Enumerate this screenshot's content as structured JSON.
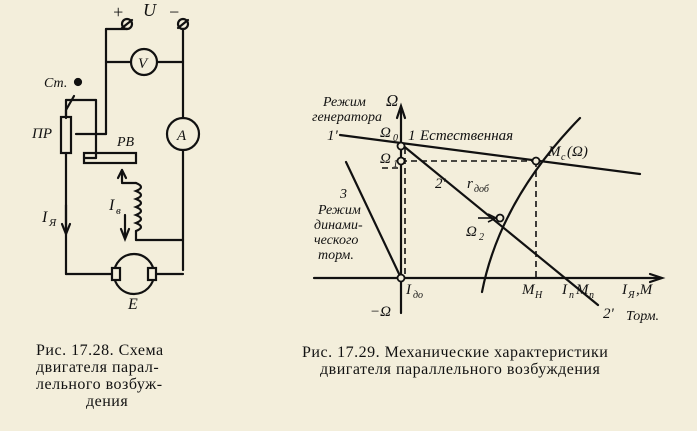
{
  "circuit": {
    "plus": "+",
    "u": "U",
    "minus": "−",
    "voltmeter": "V",
    "ammeter": "A",
    "st": "Ст.",
    "pr": "ПР",
    "pv": "РВ",
    "iv": "I",
    "iv_sub": "в",
    "ia": "I",
    "ia_sub": "Я",
    "motor": "E"
  },
  "caption1": {
    "line1": "Рис.  17.28. Схема",
    "line2": "двигателя     парал-",
    "line3": "лельного     возбуж-",
    "line4": "дения"
  },
  "graph": {
    "omega_axis": "Ω",
    "mode_gen1": "Режим",
    "mode_gen2": "генератора",
    "omega0": "Ω",
    "omega0_sub": "0",
    "one_prime": "1'",
    "one": "1",
    "natural": "Естественная",
    "mc": "M",
    "mc_sub": "c",
    "mc_arg": "(Ω)",
    "omega1": "Ω",
    "omega1_sub": "1",
    "two_prime": "2'",
    "radd": "r",
    "radd_sub": "доб",
    "omega2": "Ω",
    "omega2_sub": "2",
    "three": "3",
    "dyn1": "Режим",
    "dyn2": "динами-",
    "dyn3": "ческого",
    "dyn4": "торм.",
    "ido": "I",
    "ido_sub": "до",
    "mn": "M",
    "mn_sub": "Н",
    "ip": "I",
    "ip_sub": "п",
    "mp": "M",
    "mp_sub": "п",
    "ia_axis": "I",
    "ia_axis_sub": "Я",
    "m_axis": ",M",
    "neg_omega": "−Ω",
    "two_prime_b": "2'",
    "torm": "Торм."
  },
  "caption2": {
    "line1": "Рис. 17.29.  Механические  характеристики",
    "line2": "двигателя параллельного возбуждения"
  }
}
